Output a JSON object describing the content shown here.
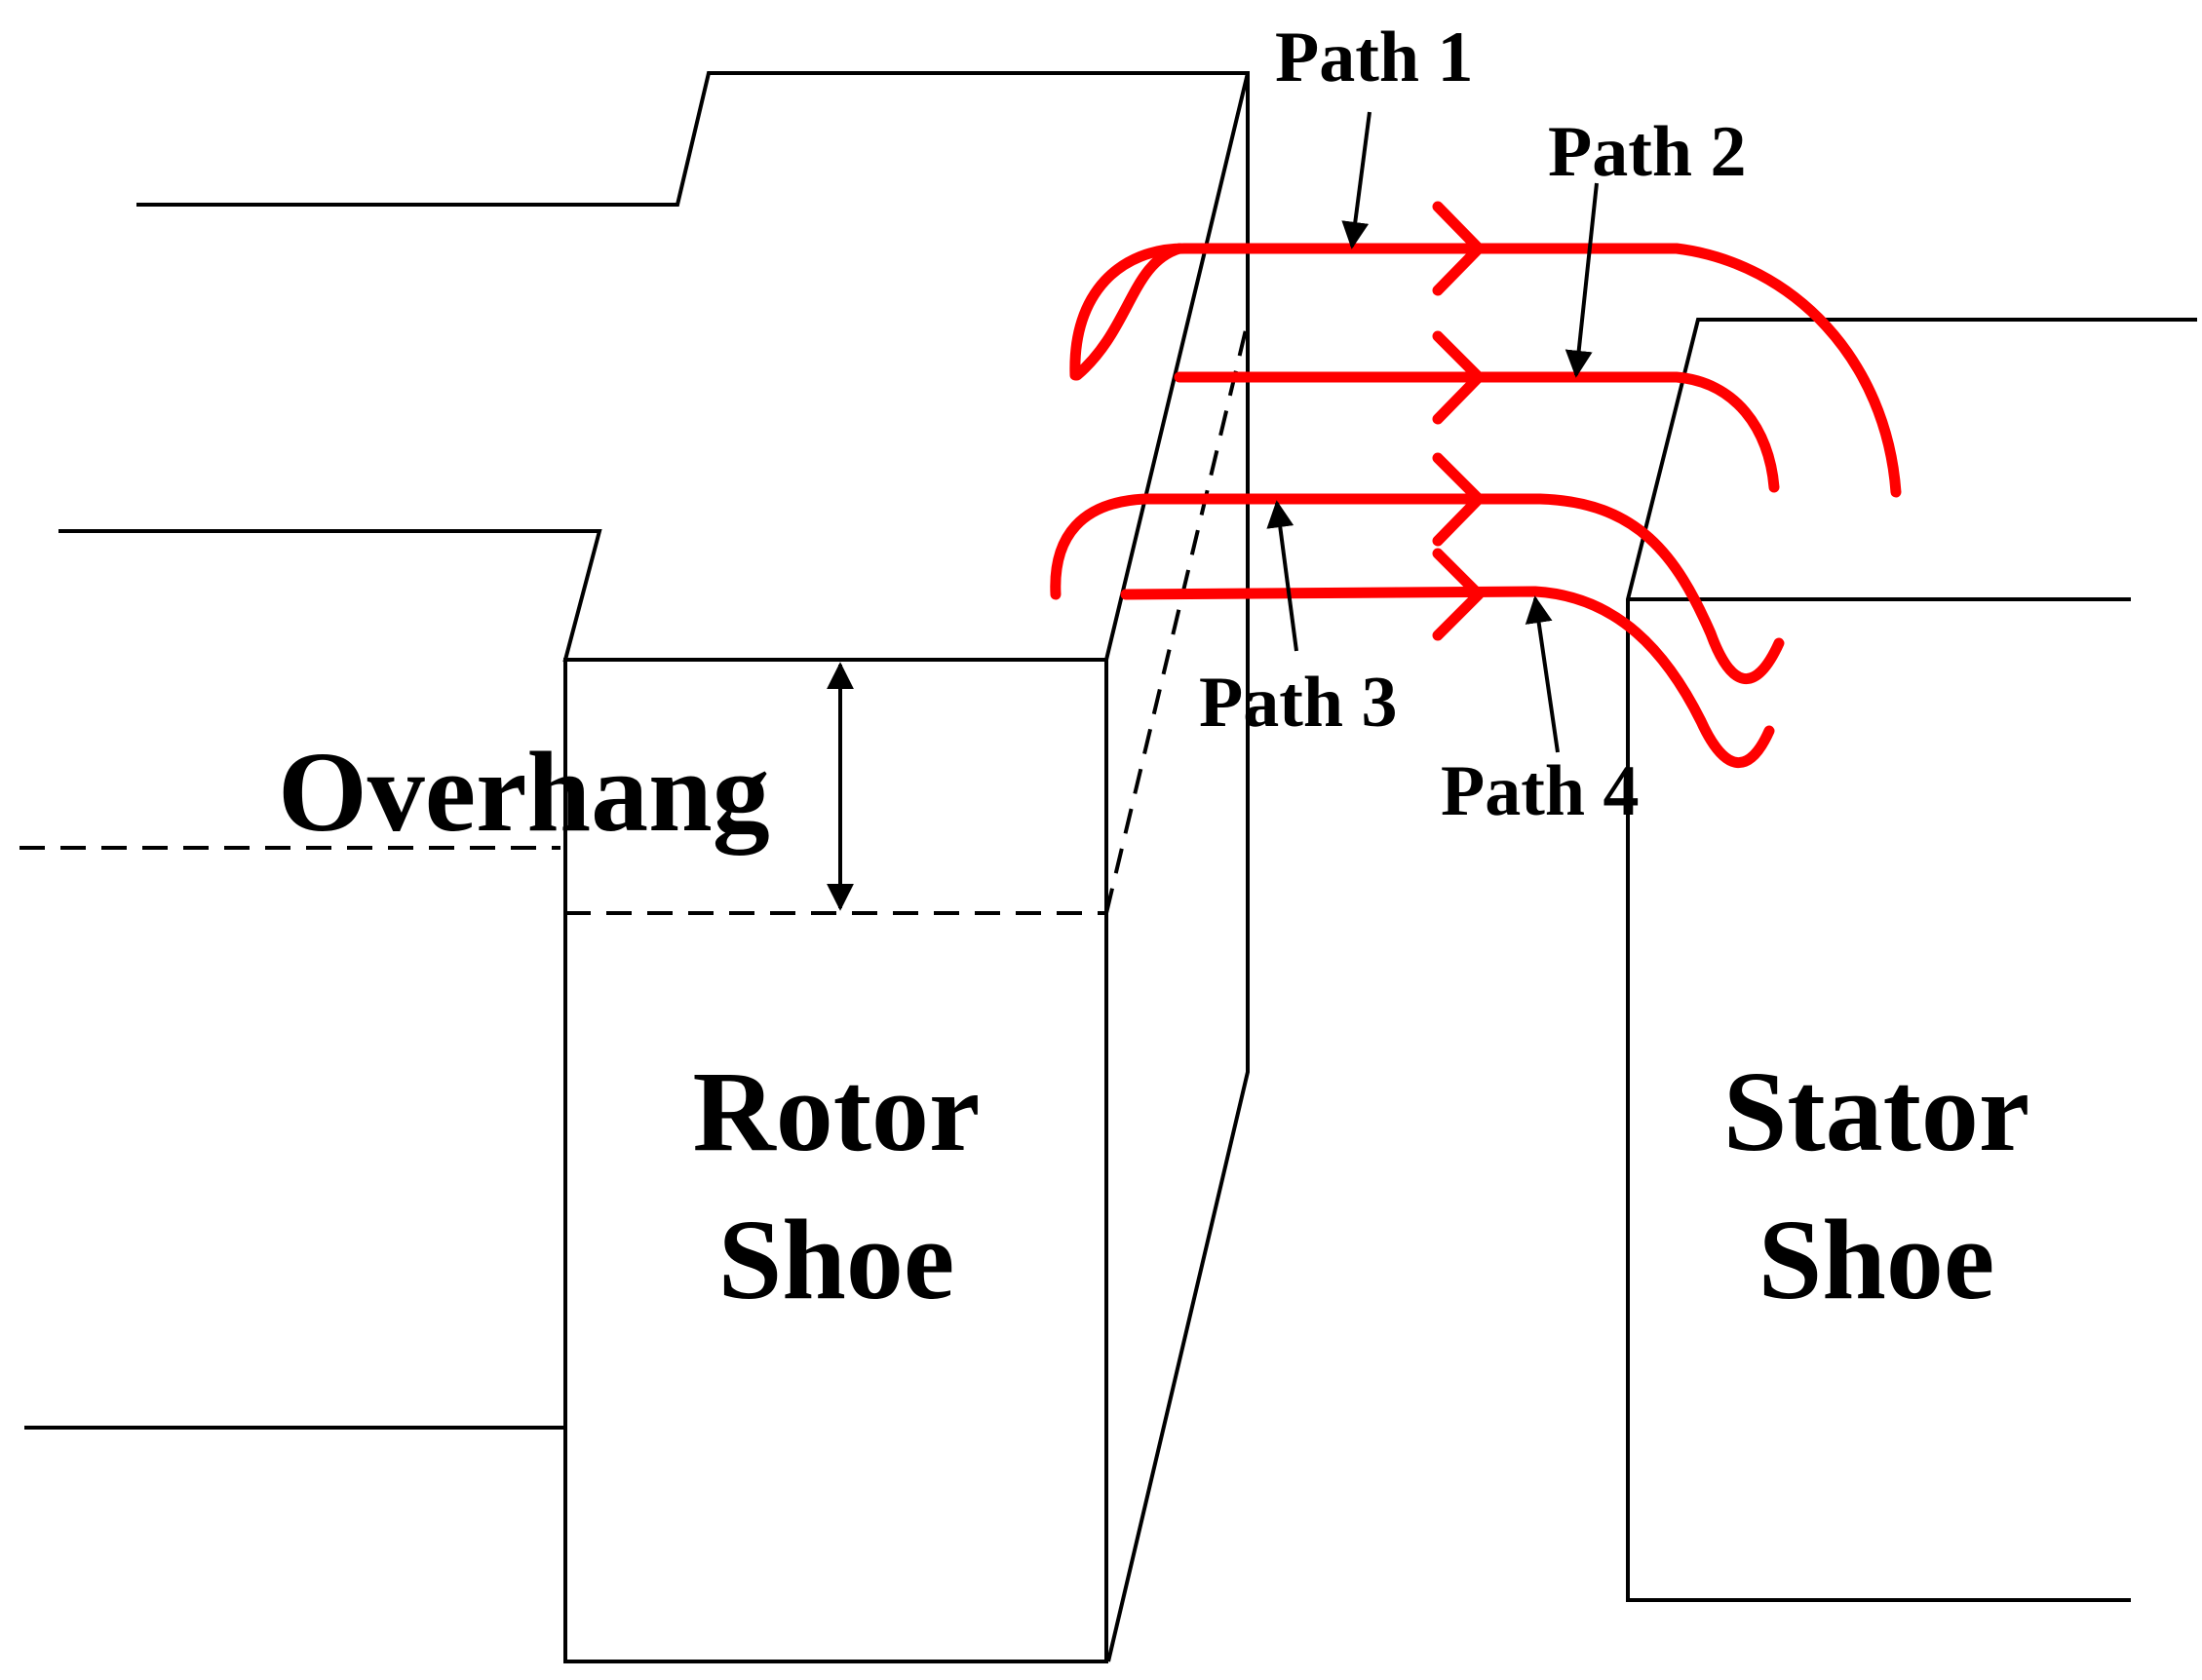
{
  "labels": {
    "path1": "Path 1",
    "path2": "Path 2",
    "path3": "Path 3",
    "path4": "Path 4",
    "overhang": "Overhang",
    "rotor_line1": "Rotor",
    "rotor_line2": "Shoe",
    "stator_line1": "Stator",
    "stator_line2": "Shoe"
  },
  "colors": {
    "flux_path": "#ff0000",
    "outline": "#000000",
    "background": "#ffffff"
  }
}
